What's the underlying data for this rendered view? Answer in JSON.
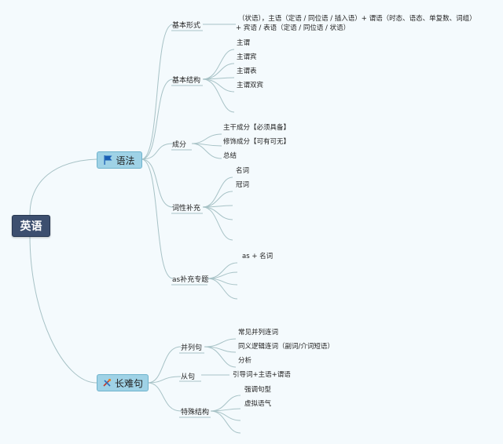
{
  "root": "英语",
  "grammar": {
    "label": "语法",
    "icon": "flag-icon",
    "basic_form": {
      "label": "基本形式",
      "line1": "（状语），主语（定语 / 同位语 / 插入语）+ 谓语（时态、语态、单复数、词组）",
      "line2": "+ 宾语 / 表语（定语 / 同位语 / 状语）"
    },
    "basic_structure": {
      "label": "基本结构",
      "items": [
        "主谓",
        "主谓宾",
        "主谓表",
        "主谓双宾"
      ]
    },
    "components": {
      "label": "成分",
      "items": [
        "主干成分【必须具备】",
        "修饰成分【可有可无】",
        "总结"
      ]
    },
    "pos_supplement": {
      "label": "词性补充",
      "items": [
        "名词",
        "冠词"
      ]
    },
    "as_topic": {
      "label": "as补充专题",
      "items": [
        "as + 名词"
      ]
    }
  },
  "long_sentence": {
    "label": "长难句",
    "icon": "tools-icon",
    "parallel": {
      "label": "并列句",
      "items": [
        "常见并列连词",
        "同义逻辑连词（副词/介词短语）",
        "分析"
      ]
    },
    "clause": {
      "label": "从句",
      "items": [
        "引导词+主语+谓语"
      ]
    },
    "special": {
      "label": "特殊结构",
      "items": [
        "强调句型",
        "虚拟语气"
      ]
    }
  },
  "colors": {
    "link": "#a7c2c6",
    "main_fill": "#9fd2e6",
    "root_fill": "#3d4f6f",
    "background": "#f4fafd"
  }
}
